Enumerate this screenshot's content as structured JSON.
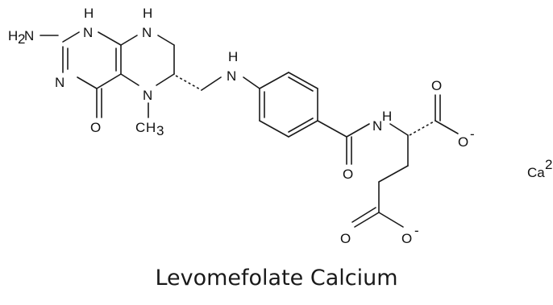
{
  "caption": "Levomefolate Calcium",
  "labels": {
    "nh2_n": "N",
    "nh2_h": "H",
    "nh2_sub": "2",
    "n_top_left": "N",
    "h_top_left": "H",
    "n_top_right": "N",
    "h_top_right": "H",
    "n_ring_left": "N",
    "o_carbonyl_left": "O",
    "n_methyl": "N",
    "ch3_c": "C",
    "ch3_h": "H",
    "ch3_sub": "3",
    "nh_link_h": "H",
    "nh_link_n": "N",
    "nh_amide_n": "N",
    "nh_amide_h": "H",
    "o_amide": "O",
    "o_acid_top_dbl": "O",
    "o_acid_top_neg": "O",
    "o_acid_top_charge": "-",
    "o_acid_bottom_dbl": "O",
    "o_acid_bottom_neg": "O",
    "o_acid_bottom_charge": "-",
    "calcium": "Ca",
    "calcium_charge": "2"
  }
}
